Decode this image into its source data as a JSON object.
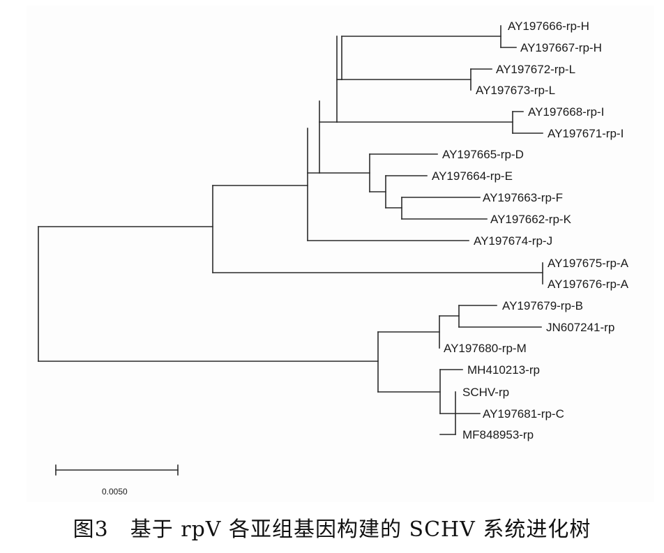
{
  "tree": {
    "leaves": [
      "AY197666-rp-H",
      "AY197667-rp-H",
      "AY197672-rp-L",
      "AY197673-rp-L",
      "AY197668-rp-I",
      "AY197671-rp-I",
      "AY197665-rp-D",
      "AY197664-rp-E",
      "AY197663-rp-F",
      "AY197662-rp-K",
      "AY197674-rp-J",
      "AY197675-rp-A",
      "AY197676-rp-A",
      "AY197679-rp-B",
      "JN607241-rp",
      "AY197680-rp-M",
      "MH410213-rp",
      "SCHV-rp",
      "AY197681-rp-C",
      "MF848953-rp"
    ],
    "scale_bar": {
      "label": "0.0050",
      "value": 0.005
    }
  },
  "caption": "图3　基于 rpV 各亚组基因构建的 SCHV 系统进化树"
}
